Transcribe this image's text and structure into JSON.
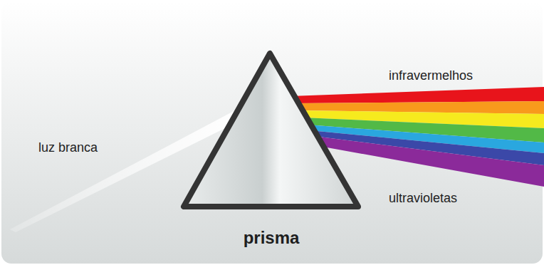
{
  "diagram": {
    "labels": [
      "luz branca",
      "infravermelhos",
      "ultravioletas",
      "prisma"
    ]
  }
}
